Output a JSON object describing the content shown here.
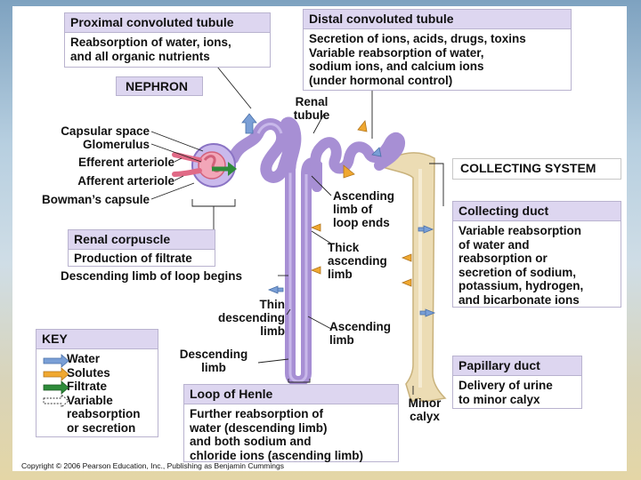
{
  "boxes": {
    "pct": {
      "title": "Proximal convoluted tubule",
      "lines": [
        "Reabsorption of water, ions,",
        "and all organic nutrients"
      ]
    },
    "dct": {
      "title": "Distal convoluted tubule",
      "lines": [
        "Secretion of ions, acids, drugs, toxins",
        "Variable reabsorption of water,",
        "sodium ions, and calcium ions",
        "(under hormonal control)"
      ]
    },
    "renal_corpuscle": {
      "title": "Renal corpuscle",
      "lines": [
        "Production of filtrate"
      ]
    },
    "collecting_duct": {
      "title": "Collecting duct",
      "lines": [
        "Variable reabsorption",
        "of water and",
        "reabsorption or",
        "secretion of sodium,",
        "potassium, hydrogen,",
        "and bicarbonate ions"
      ]
    },
    "papillary_duct": {
      "title": "Papillary duct",
      "lines": [
        "Delivery of urine",
        "to minor calyx"
      ]
    },
    "loop_of_henle": {
      "title": "Loop of Henle",
      "lines": [
        "Further reabsorption of",
        "water (descending limb)",
        "and both sodium and",
        "chloride ions (ascending limb)"
      ]
    }
  },
  "tags": {
    "nephron": "NEPHRON",
    "collecting_system": "COLLECTING SYSTEM"
  },
  "labels": {
    "renal_tubule": [
      "Renal",
      "tubule"
    ],
    "capsular_space": "Capsular space",
    "glomerulus": "Glomerulus",
    "efferent_arteriole": "Efferent arteriole",
    "afferent_arteriole": "Afferent arteriole",
    "bowmans_capsule": "Bowman’s capsule",
    "descending_limb_begins": "Descending limb of loop begins",
    "ascending_limb_ends": [
      "Ascending",
      "limb of",
      "loop ends"
    ],
    "thick_ascending": [
      "Thick",
      "ascending",
      "limb"
    ],
    "thin_descending": [
      "Thin",
      "descending",
      "limb"
    ],
    "ascending_limb": [
      "Ascending",
      "limb"
    ],
    "descending_limb": [
      "Descending",
      "limb"
    ],
    "minor_calyx": [
      "Minor",
      "calyx"
    ]
  },
  "key": {
    "title": "KEY",
    "items": [
      "Water",
      "Solutes",
      "Filtrate",
      "Variable",
      "reabsorption",
      "or secretion"
    ]
  },
  "colors": {
    "water": "#7a9fd6",
    "solutes": "#f0a830",
    "filtrate": "#2e8b3a",
    "tubule": "#a78fd4",
    "duct": "#e8d9b0",
    "box_header": "#ddd6f0"
  },
  "copyright": "Copyright © 2006 Pearson Education, Inc., Publishing as Benjamin Cummings"
}
